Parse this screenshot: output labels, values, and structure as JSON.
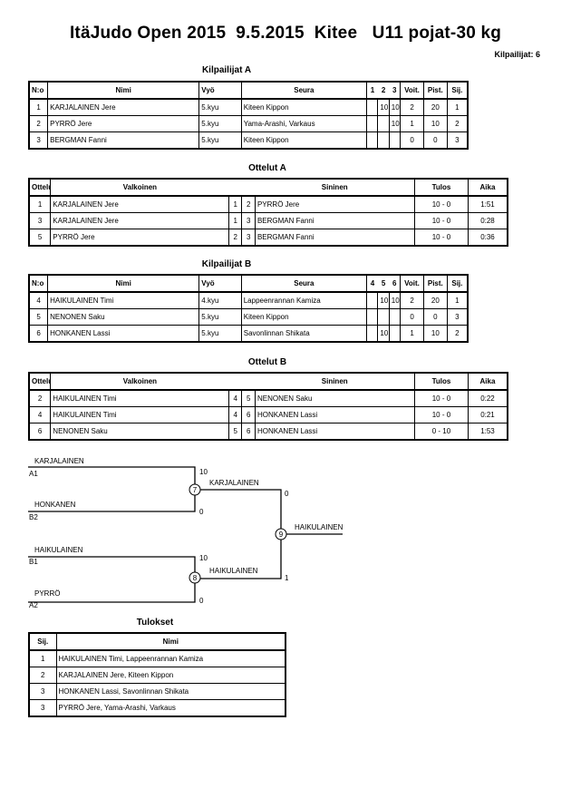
{
  "title": "ItäJudo Open 2015  9.5.2015  Kitee   U11 pojat-30 kg",
  "competitor_count": "Kilpailijat: 6",
  "pool_a": {
    "heading": "Kilpailijat A",
    "headers": [
      "N:o",
      "Nimi",
      "Vyö",
      "Seura",
      "1",
      "2",
      "3",
      "Voit.",
      "Pist.",
      "Sij."
    ],
    "rows": [
      {
        "no": "1",
        "name": "KARJALAINEN Jere",
        "belt": "5.kyu",
        "club": "Kiteen Kippon",
        "s1": "",
        "s2": "10",
        "s3": "10",
        "wins": "2",
        "points": "20",
        "place": "1"
      },
      {
        "no": "2",
        "name": "PYRRÖ Jere",
        "belt": "5.kyu",
        "club": "Yama-Arashi, Varkaus",
        "s1": "",
        "s2": "",
        "s3": "10",
        "wins": "1",
        "points": "10",
        "place": "2"
      },
      {
        "no": "3",
        "name": "BERGMAN Fanni",
        "belt": "5.kyu",
        "club": "Kiteen Kippon",
        "s1": "",
        "s2": "",
        "s3": "",
        "wins": "0",
        "points": "0",
        "place": "3"
      }
    ]
  },
  "matches_a": {
    "heading": "Ottelut A",
    "headers": [
      "Ottelu",
      "Valkoinen",
      "",
      "",
      "Sininen",
      "Tulos",
      "Aika"
    ],
    "rows": [
      {
        "match": "1",
        "white": "KARJALAINEN Jere",
        "wn": "1",
        "bn": "2",
        "blue": "PYRRÖ Jere",
        "result": "10 - 0",
        "time": "1:51"
      },
      {
        "match": "3",
        "white": "KARJALAINEN Jere",
        "wn": "1",
        "bn": "3",
        "blue": "BERGMAN Fanni",
        "result": "10 - 0",
        "time": "0:28"
      },
      {
        "match": "5",
        "white": "PYRRÖ Jere",
        "wn": "2",
        "bn": "3",
        "blue": "BERGMAN Fanni",
        "result": "10 - 0",
        "time": "0:36"
      }
    ]
  },
  "pool_b": {
    "heading": "Kilpailijat B",
    "headers": [
      "N:o",
      "Nimi",
      "Vyö",
      "Seura",
      "4",
      "5",
      "6",
      "Voit.",
      "Pist.",
      "Sij."
    ],
    "rows": [
      {
        "no": "4",
        "name": "HAIKULAINEN Timi",
        "belt": "4.kyu",
        "club": "Lappeenrannan Kamiza",
        "s1": "",
        "s2": "10",
        "s3": "10",
        "wins": "2",
        "points": "20",
        "place": "1"
      },
      {
        "no": "5",
        "name": "NENONEN Saku",
        "belt": "5.kyu",
        "club": "Kiteen Kippon",
        "s1": "",
        "s2": "",
        "s3": "",
        "wins": "0",
        "points": "0",
        "place": "3"
      },
      {
        "no": "6",
        "name": "HONKANEN Lassi",
        "belt": "5.kyu",
        "club": "Savonlinnan Shikata",
        "s1": "",
        "s2": "10",
        "s3": "",
        "wins": "1",
        "points": "10",
        "place": "2"
      }
    ]
  },
  "matches_b": {
    "heading": "Ottelut B",
    "headers": [
      "Ottelu",
      "Valkoinen",
      "",
      "",
      "Sininen",
      "Tulos",
      "Aika"
    ],
    "rows": [
      {
        "match": "2",
        "white": "HAIKULAINEN Timi",
        "wn": "4",
        "bn": "5",
        "blue": "NENONEN Saku",
        "result": "10 - 0",
        "time": "0:22"
      },
      {
        "match": "4",
        "white": "HAIKULAINEN Timi",
        "wn": "4",
        "bn": "6",
        "blue": "HONKANEN Lassi",
        "result": "10 - 0",
        "time": "0:21"
      },
      {
        "match": "6",
        "white": "NENONEN Saku",
        "wn": "5",
        "bn": "6",
        "blue": "HONKANEN Lassi",
        "result": "0 - 10",
        "time": "1:53"
      }
    ]
  },
  "bracket": {
    "sf1_top_name": "KARJALAINEN",
    "sf1_top_seed": "A1",
    "sf1_top_score": "10",
    "sf1_bot_name": "HONKANEN",
    "sf1_bot_seed": "B2",
    "sf1_bot_score": "0",
    "sf1_match": "7",
    "sf1_winner": "KARJALAINEN",
    "final_top_score": "0",
    "sf2_top_name": "HAIKULAINEN",
    "sf2_top_seed": "B1",
    "sf2_top_score": "10",
    "sf2_bot_name": "PYRRÖ",
    "sf2_bot_seed": "A2",
    "sf2_bot_score": "0",
    "sf2_match": "8",
    "sf2_winner": "HAIKULAINEN",
    "final_bot_score": "1",
    "final_match": "9",
    "champion": "HAIKULAINEN"
  },
  "results": {
    "heading": "Tulokset",
    "headers": [
      "Sij.",
      "Nimi"
    ],
    "rows": [
      {
        "place": "1",
        "name": "HAIKULAINEN Timi, Lappeenrannan Kamiza"
      },
      {
        "place": "2",
        "name": "KARJALAINEN Jere, Kiteen Kippon"
      },
      {
        "place": "3",
        "name": "HONKANEN Lassi, Savonlinnan Shikata"
      },
      {
        "place": "3",
        "name": "PYRRÖ Jere, Yama-Arashi, Varkaus"
      }
    ]
  }
}
